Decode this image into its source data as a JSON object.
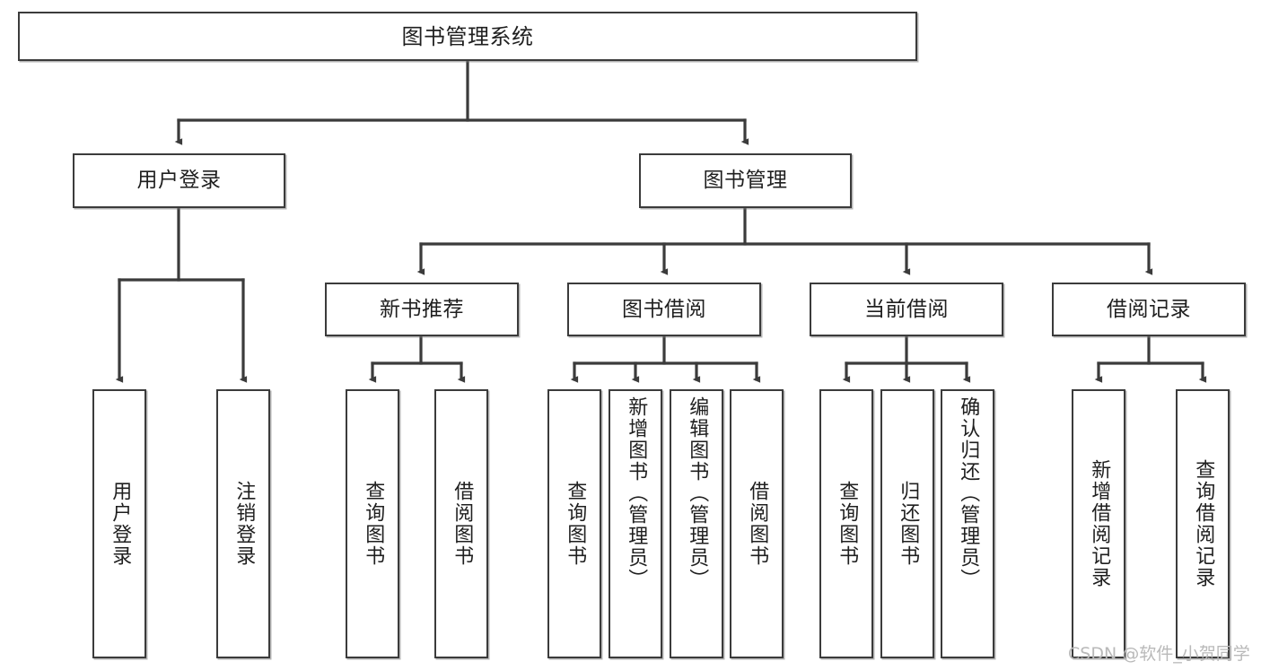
{
  "diagram": {
    "title": "图书管理系统",
    "type": "tree",
    "watermark": "CSDN @软件_小贺同学",
    "edge_color": "#3b3b3b",
    "box_border_color": "#3b3b3b",
    "box_fill_color": "#ffffff",
    "text_color": "#1f1f1f",
    "watermark_color": "#b9b9b9"
  },
  "nodes": {
    "root": {
      "label": "图书管理系统"
    },
    "level2": [
      {
        "label": "用户登录"
      },
      {
        "label": "图书管理"
      }
    ],
    "level3": [
      {
        "label": "新书推荐"
      },
      {
        "label": "图书借阅"
      },
      {
        "label": "当前借阅"
      },
      {
        "label": "借阅记录"
      }
    ],
    "leaves_user_login": [
      {
        "label": "用户登录"
      },
      {
        "label": "注销登录"
      }
    ],
    "leaves_new_book": [
      {
        "label": "查询图书"
      },
      {
        "label": "借阅图书"
      }
    ],
    "leaves_borrow": [
      {
        "label": "查询图书"
      },
      {
        "label": "新增图书（管理员）"
      },
      {
        "label": "编辑图书（管理员）"
      },
      {
        "label": "借阅图书"
      }
    ],
    "leaves_current": [
      {
        "label": "查询图书"
      },
      {
        "label": "归还图书"
      },
      {
        "label": "确认归还（管理员）"
      }
    ],
    "leaves_record": [
      {
        "label": "新增借阅记录"
      },
      {
        "label": "查询借阅记录"
      }
    ]
  },
  "chart_data": {
    "type": "tree",
    "title": "图书管理系统",
    "hierarchy": [
      {
        "label": "图书管理系统",
        "children": [
          {
            "label": "用户登录",
            "children": [
              {
                "label": "用户登录"
              },
              {
                "label": "注销登录"
              }
            ]
          },
          {
            "label": "图书管理",
            "children": [
              {
                "label": "新书推荐",
                "children": [
                  {
                    "label": "查询图书"
                  },
                  {
                    "label": "借阅图书"
                  }
                ]
              },
              {
                "label": "图书借阅",
                "children": [
                  {
                    "label": "查询图书"
                  },
                  {
                    "label": "新增图书（管理员）"
                  },
                  {
                    "label": "编辑图书（管理员）"
                  },
                  {
                    "label": "借阅图书"
                  }
                ]
              },
              {
                "label": "当前借阅",
                "children": [
                  {
                    "label": "查询图书"
                  },
                  {
                    "label": "归还图书"
                  },
                  {
                    "label": "确认归还（管理员）"
                  }
                ]
              },
              {
                "label": "借阅记录",
                "children": [
                  {
                    "label": "新增借阅记录"
                  },
                  {
                    "label": "查询借阅记录"
                  }
                ]
              }
            ]
          }
        ]
      }
    ]
  }
}
